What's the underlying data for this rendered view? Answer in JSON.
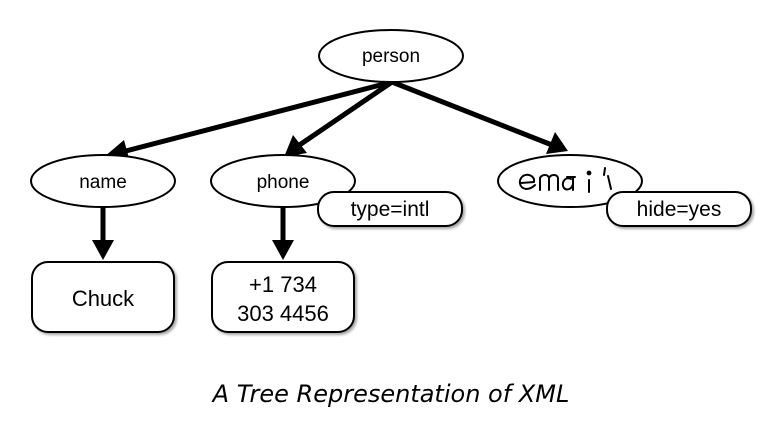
{
  "diagram": {
    "root": {
      "label": "person"
    },
    "children": {
      "name": {
        "label": "name",
        "value": "Chuck"
      },
      "phone": {
        "label": "phone",
        "attribute": "type=intl",
        "value_line1": "+1 734",
        "value_line2": "303 4456"
      },
      "email": {
        "label": "email",
        "attribute": "hide=yes"
      }
    },
    "caption": "A Tree Representation of XML"
  }
}
